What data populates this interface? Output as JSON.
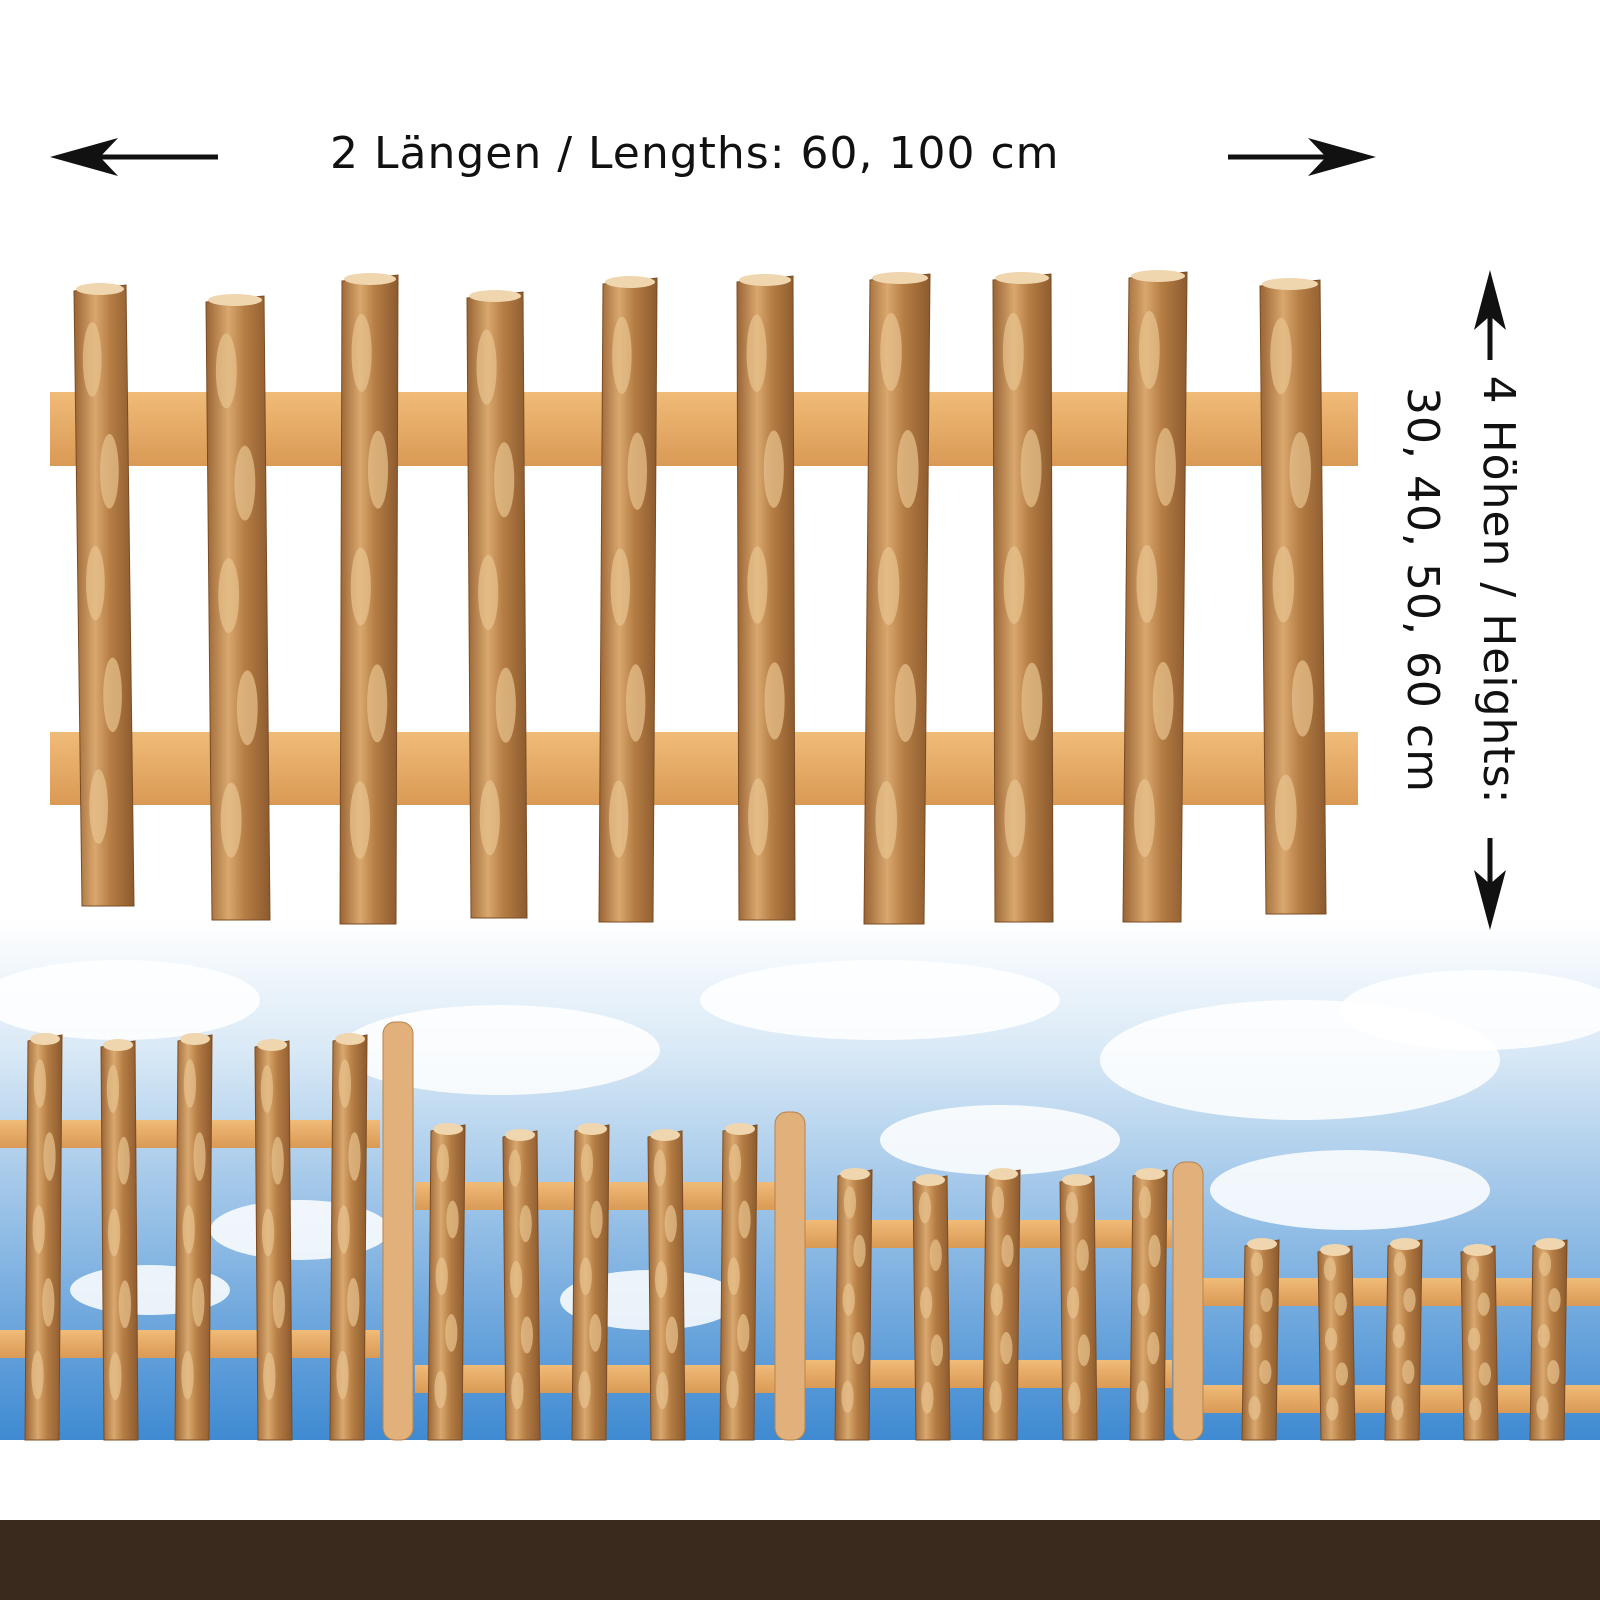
{
  "lengths_label": "2 Längen / Lengths: 60, 100 cm",
  "heights_label_line1": "4 Höhen / Heights:",
  "heights_label_line2": "30, 40, 50, 60 cm",
  "colors": {
    "picket_bark": "#b0793f",
    "picket_light": "#ddb27a",
    "rail": "#e3a862",
    "sky_top": "#ffffff",
    "sky_bottom": "#4f96d6",
    "grass": "#4a8a22",
    "soil": "#3a2a1e",
    "text": "#111111"
  }
}
